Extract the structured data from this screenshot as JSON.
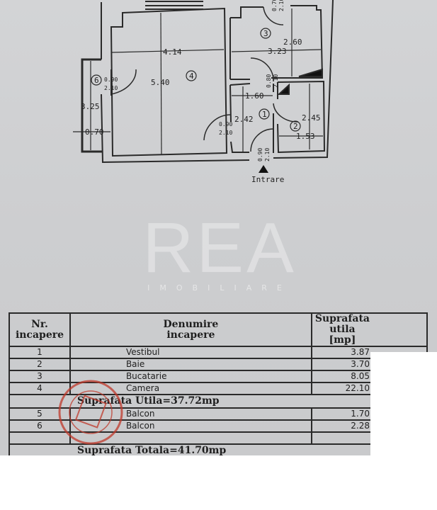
{
  "plan": {
    "rooms": [
      "1",
      "2",
      "3",
      "4",
      "6"
    ],
    "dimensions": {
      "room4_width": "4.14",
      "room4_length": "5.40",
      "room3_width": "3.23",
      "room3_length": "2.60",
      "room1_width": "1.60",
      "room1_length": "2.42",
      "room2_width": "1.53",
      "room2_length": "2.45",
      "balcony6_length": "3.25",
      "balcony6_width": "0.70"
    },
    "doors": [
      {
        "w": "0.90",
        "h": "2.10"
      },
      {
        "w": "0.90",
        "h": "2.10"
      },
      {
        "w": "0.80",
        "h": "2.10"
      },
      {
        "w": "0.70",
        "h": "2.10"
      },
      {
        "w": "0.90",
        "h": "2.10"
      }
    ],
    "entrance_label": "Intrare"
  },
  "watermark": {
    "logo": "REA",
    "sub": "IMOBILIARE"
  },
  "stamp": {
    "color": "#c0392b"
  },
  "table": {
    "headers": [
      "Nr.\nincapere",
      "Denumire\nincapere",
      "Suprafata utila\n[mp]"
    ],
    "rows": [
      {
        "nr": "1",
        "name": "Vestibul",
        "area": "3.87"
      },
      {
        "nr": "2",
        "name": "Baie",
        "area": "3.70"
      },
      {
        "nr": "3",
        "name": "Bucatarie",
        "area": "8.05"
      },
      {
        "nr": "4",
        "name": "Camera",
        "area": "22.10"
      }
    ],
    "subtotal": "Suprafata Utila=37.72mp",
    "rows2": [
      {
        "nr": "5",
        "name": "Balcon",
        "area": "1.70"
      },
      {
        "nr": "6",
        "name": "Balcon",
        "area": "2.28"
      }
    ],
    "total": "Suprafata Totala=41.70mp"
  }
}
